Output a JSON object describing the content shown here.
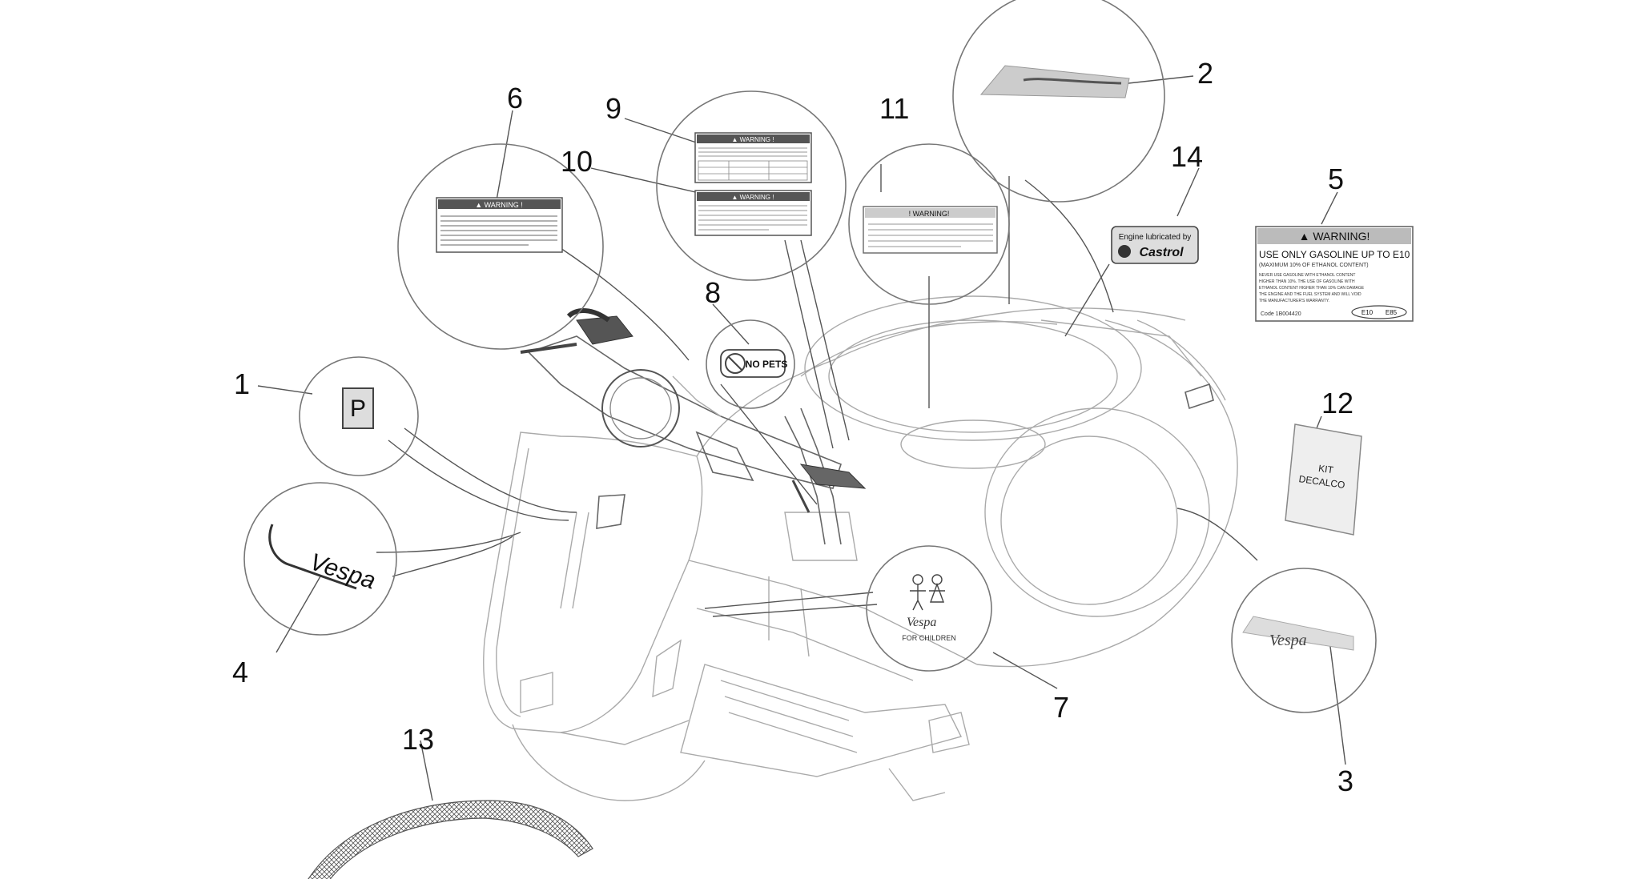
{
  "callouts": [
    {
      "id": "1",
      "text": "1"
    },
    {
      "id": "2",
      "text": "2"
    },
    {
      "id": "3",
      "text": "3"
    },
    {
      "id": "4",
      "text": "4"
    },
    {
      "id": "5",
      "text": "5"
    },
    {
      "id": "6",
      "text": "6"
    },
    {
      "id": "7",
      "text": "7"
    },
    {
      "id": "8",
      "text": "8"
    },
    {
      "id": "9",
      "text": "9"
    },
    {
      "id": "10",
      "text": "10"
    },
    {
      "id": "11",
      "text": "11"
    },
    {
      "id": "12",
      "text": "12"
    },
    {
      "id": "13",
      "text": "13"
    },
    {
      "id": "14",
      "text": "14"
    }
  ],
  "labels": {
    "warning_generic": "▲ WARNING !",
    "warning_11": "! WARNING!",
    "no_pets": "NO PETS",
    "castrol_top": "Engine lubricated by",
    "castrol_brand": "Castrol",
    "fuel_title": "▲ WARNING!",
    "fuel_line1": "USE ONLY GASOLINE UP TO E10",
    "fuel_line2": "(MAXIMUM 10% OF ETHANOL CONTENT)",
    "fuel_body": [
      "NEVER USE GASOLINE WITH ETHANOL CONTENT",
      "HIGHER THAN 10%. THE USE OF GASOLINE WITH",
      "ETHANOL CONTENT HIGHER THAN 10% CAN DAMAGE",
      "THE ENGINE AND THE FUEL SYSTEM AND WILL VOID",
      "THE MANUFACTURER'S WARRANTY."
    ],
    "fuel_code": "Code 1B004420",
    "fuel_e10": "E10",
    "fuel_e85": "E85",
    "kit_line1": "KIT",
    "kit_line2": "DECALCO",
    "children_text": "FOR CHILDREN",
    "vespa_script": "Vespa"
  }
}
